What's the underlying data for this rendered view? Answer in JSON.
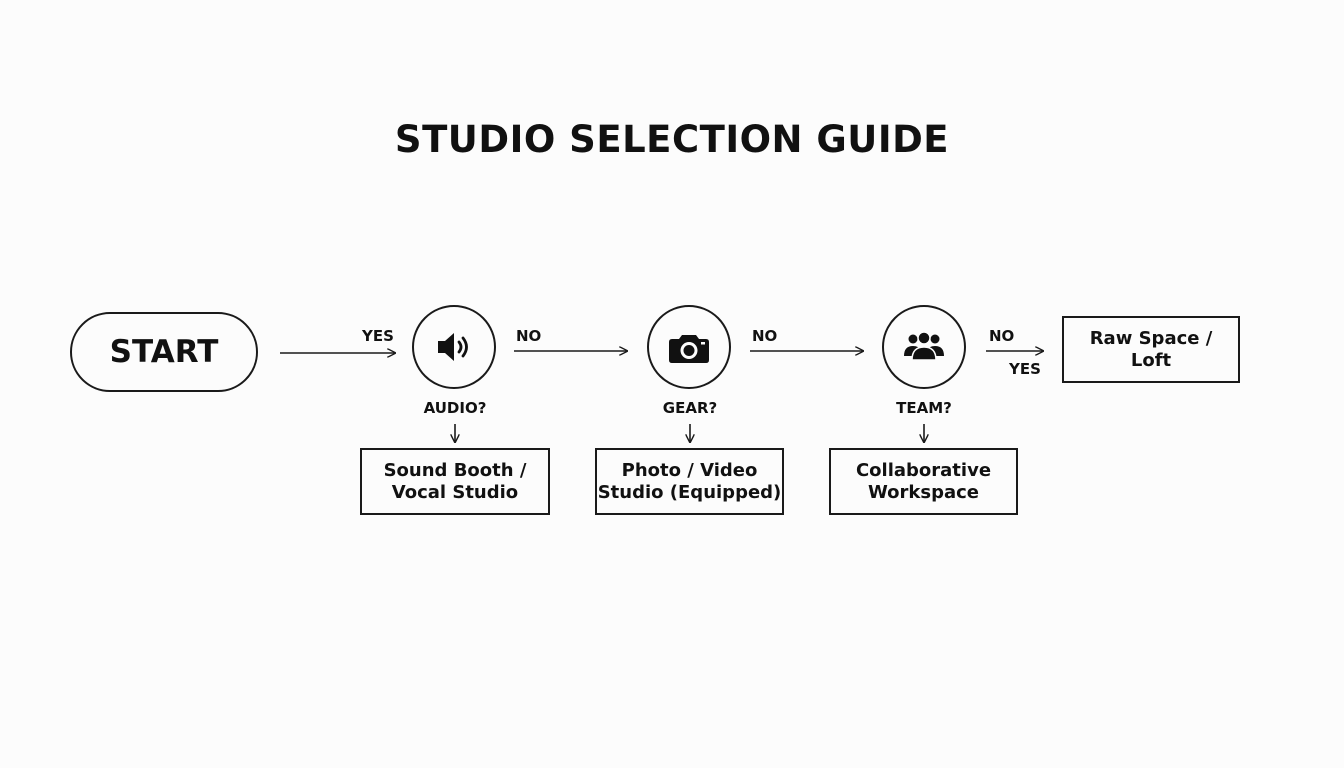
{
  "title": "STUDIO SELECTION GUIDE",
  "start": {
    "label": "START"
  },
  "decisions": [
    {
      "question": "AUDIO?",
      "icon": "speaker-icon",
      "incoming_label": "YES",
      "result": "Sound Booth /\nVocal Studio"
    },
    {
      "question": "GEAR?",
      "icon": "camera-icon",
      "incoming_label": "NO",
      "result": "Photo / Video\nStudio (Equipped)"
    },
    {
      "question": "TEAM?",
      "icon": "team-icon",
      "incoming_label": "NO",
      "result": "Collaborative\nWorkspace"
    }
  ],
  "final": {
    "label": "Raw Space /\nLoft",
    "incoming_labels": [
      "NO",
      "YES"
    ]
  },
  "colors": {
    "stroke": "#1a1a1a",
    "background": "#fcfcfc",
    "text": "#111111"
  }
}
